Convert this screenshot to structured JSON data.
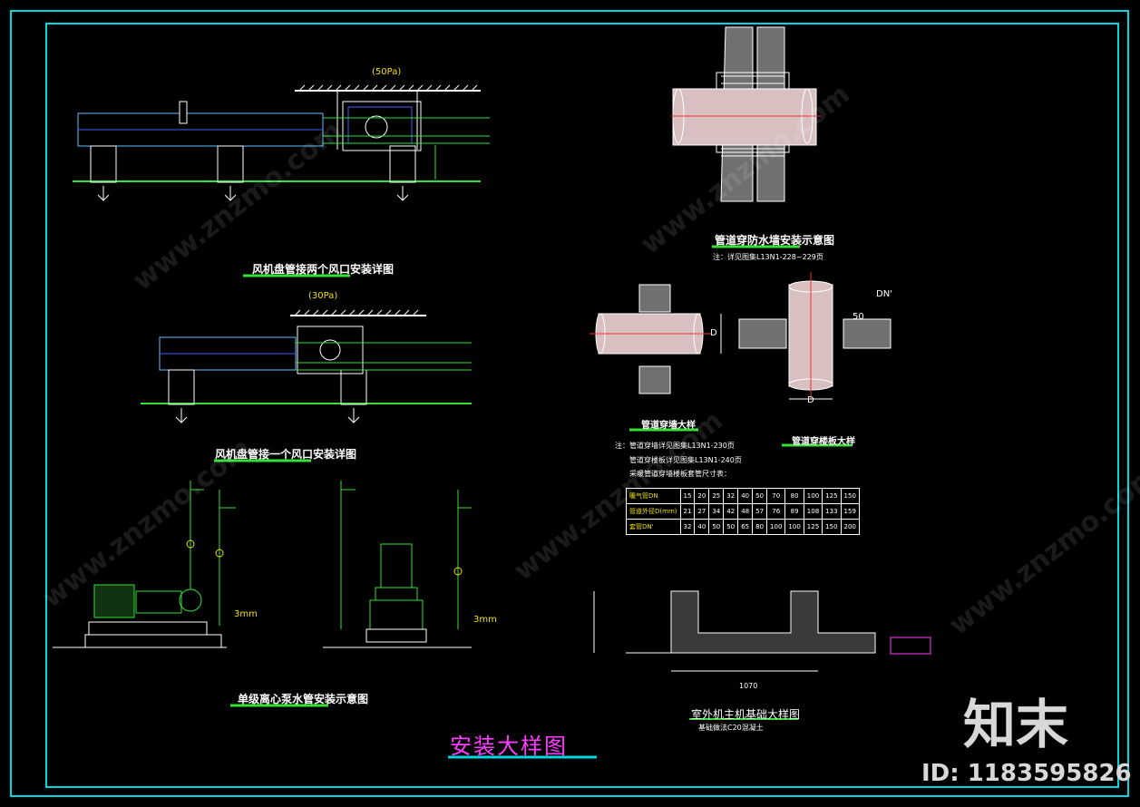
{
  "sheet": {
    "main_title": "安装大样图",
    "brand_logo": "知末",
    "id_label": "ID: 1183595826",
    "watermark": "www.znzmo.com"
  },
  "fan_coil_two": {
    "title": "风机盘管接两个风口安装详图",
    "pressure": "(50Pa)"
  },
  "fan_coil_one": {
    "title": "风机盘管接一个风口安装详图",
    "pressure": "(30Pa)"
  },
  "pump": {
    "title": "单级离心泵水管安装示意图",
    "note_left": "3mm",
    "note_right": "3mm"
  },
  "wall_pipe": {
    "title": "管道穿防水墙安装示意图",
    "note": "注：详见图集L13N1-228~229页"
  },
  "sleeve": {
    "left_title": "管道穿墙大样",
    "right_title": "管道穿楼板大样",
    "dim_d": "D",
    "dim_dn": "DN'",
    "dim_50": "50",
    "notes": [
      "注：管道穿墙详见图集L13N1-230页",
      "管道穿楼板详见图集L13N1-240页",
      "采暖管道穿墙楼板套管尺寸表："
    ]
  },
  "sleeve_table": {
    "rows": [
      {
        "label": "暖气管DN",
        "values": [
          "15",
          "20",
          "25",
          "32",
          "40",
          "50",
          "70",
          "80",
          "100",
          "125",
          "150"
        ]
      },
      {
        "label": "管道外径D(mm)",
        "values": [
          "21",
          "27",
          "34",
          "42",
          "48",
          "57",
          "76",
          "89",
          "108",
          "133",
          "159"
        ]
      },
      {
        "label": "套管DN'",
        "values": [
          "32",
          "40",
          "50",
          "50",
          "65",
          "80",
          "100",
          "100",
          "125",
          "150",
          "200"
        ]
      }
    ]
  },
  "foundation": {
    "title": "室外机主机基础大样图",
    "subtitle": "基础做法C20混凝土",
    "dim": "1070"
  }
}
